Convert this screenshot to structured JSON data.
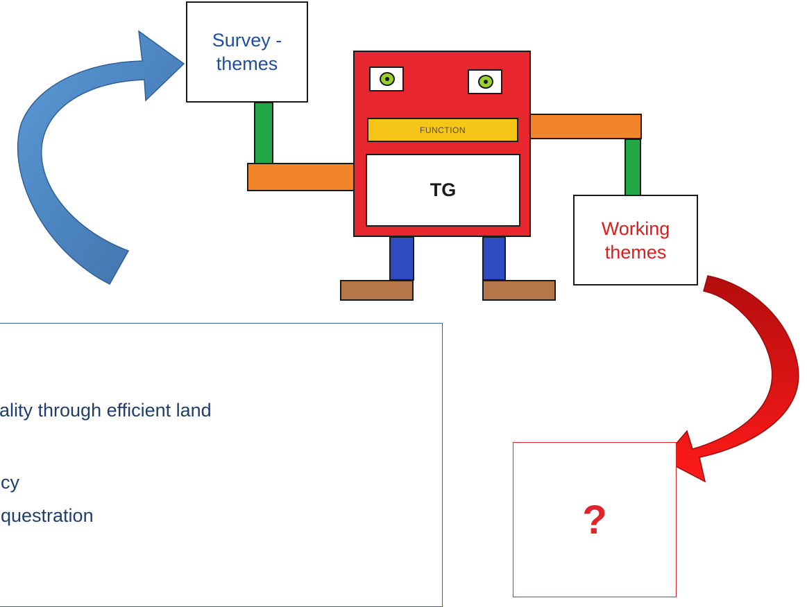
{
  "signs": {
    "survey": "Survey - themes",
    "working": "Working themes"
  },
  "robot": {
    "function_label": "FUNCTION",
    "chest_label": "TG"
  },
  "text_box": {
    "lines": [
      "ality through efficient land",
      "cy",
      "questration"
    ]
  },
  "question_box": {
    "text": "?"
  },
  "colors": {
    "blue_arrow": "#4a83bf",
    "red_arrow": "#d11111",
    "robot_body": "#e8262e",
    "arm": "#f4842a",
    "stick": "#22a846",
    "leg": "#2f4bc2",
    "foot": "#b5764a",
    "function_bar": "#f5c518"
  }
}
